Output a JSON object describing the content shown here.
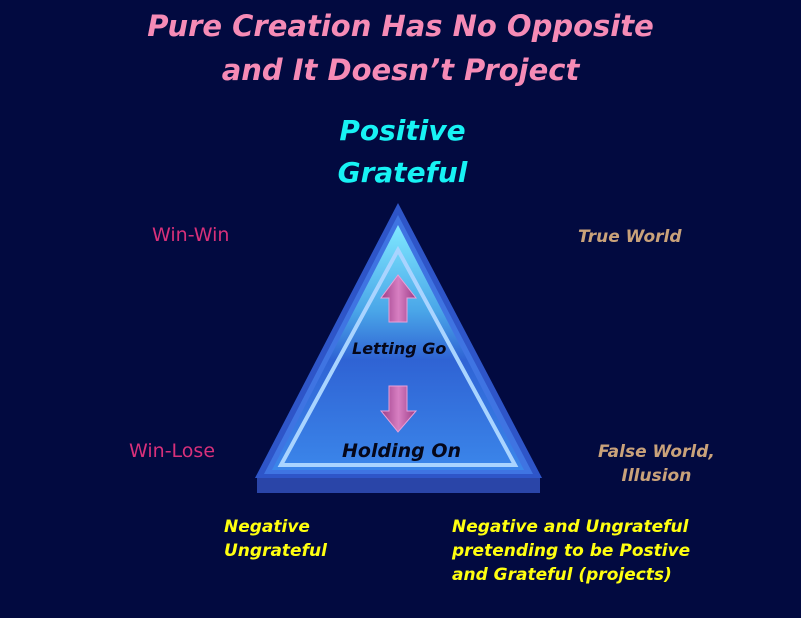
{
  "title": {
    "line1": "Pure Creation Has No Opposite",
    "line2": "and It Doesn’t Project"
  },
  "apex": {
    "line1": "Positive",
    "line2": "Grateful"
  },
  "left": {
    "top": "Win-Win",
    "bottom": "Win-Lose"
  },
  "right": {
    "top": "True World",
    "bottom_line1": "False World,",
    "bottom_line2": "Illusion"
  },
  "triangle": {
    "upper": "Letting Go",
    "lower": "Holding On"
  },
  "bottom_left": {
    "line1": "Negative",
    "line2": "Ungrateful"
  },
  "bottom_right": {
    "line1": "Negative and Ungrateful",
    "line2": "pretending to be Postive",
    "line3": "and Grateful (projects)"
  },
  "colors": {
    "background": "#020a40",
    "title": "#f68bb6",
    "apex": "#17f2f4",
    "win": "#d8307a",
    "world": "#c9a27a",
    "negative": "#ffff10"
  }
}
